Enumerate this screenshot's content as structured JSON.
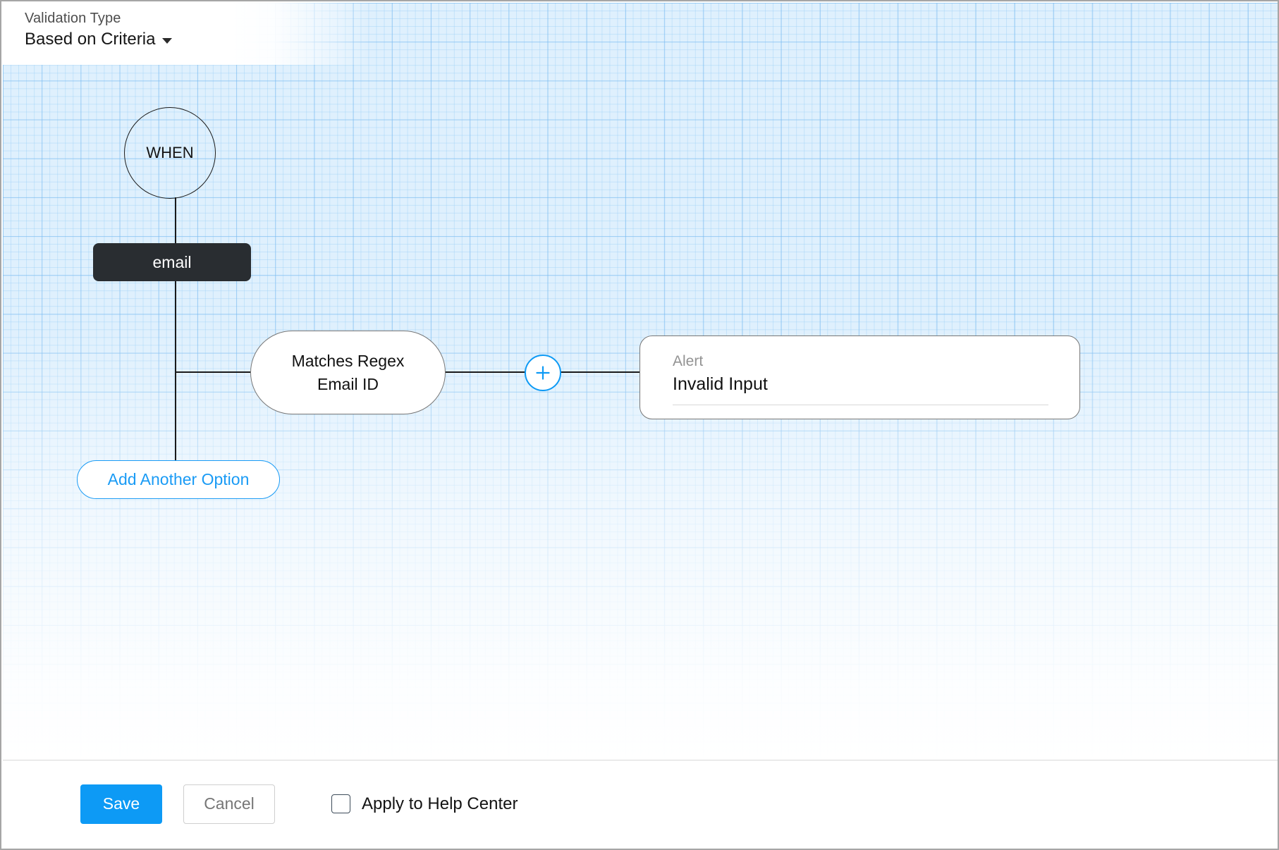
{
  "header": {
    "label": "Validation Type",
    "selected": "Based on Criteria",
    "caret_icon": "chevron-down-icon"
  },
  "flow": {
    "when_node": "WHEN",
    "field_node": "email",
    "criteria_node": {
      "line1": "Matches Regex",
      "line2": "Email ID"
    },
    "add_node_icon": "plus-icon",
    "alert_card": {
      "label": "Alert",
      "value": "Invalid Input"
    },
    "add_option_button": "Add Another Option"
  },
  "footer": {
    "save_label": "Save",
    "cancel_label": "Cancel",
    "apply_label": "Apply to Help Center",
    "apply_checked": false
  },
  "colors": {
    "accent_blue": "#0d9af5",
    "node_dark": "#292d31",
    "grid_blue": "#dff0fd",
    "muted_text": "#939393"
  }
}
